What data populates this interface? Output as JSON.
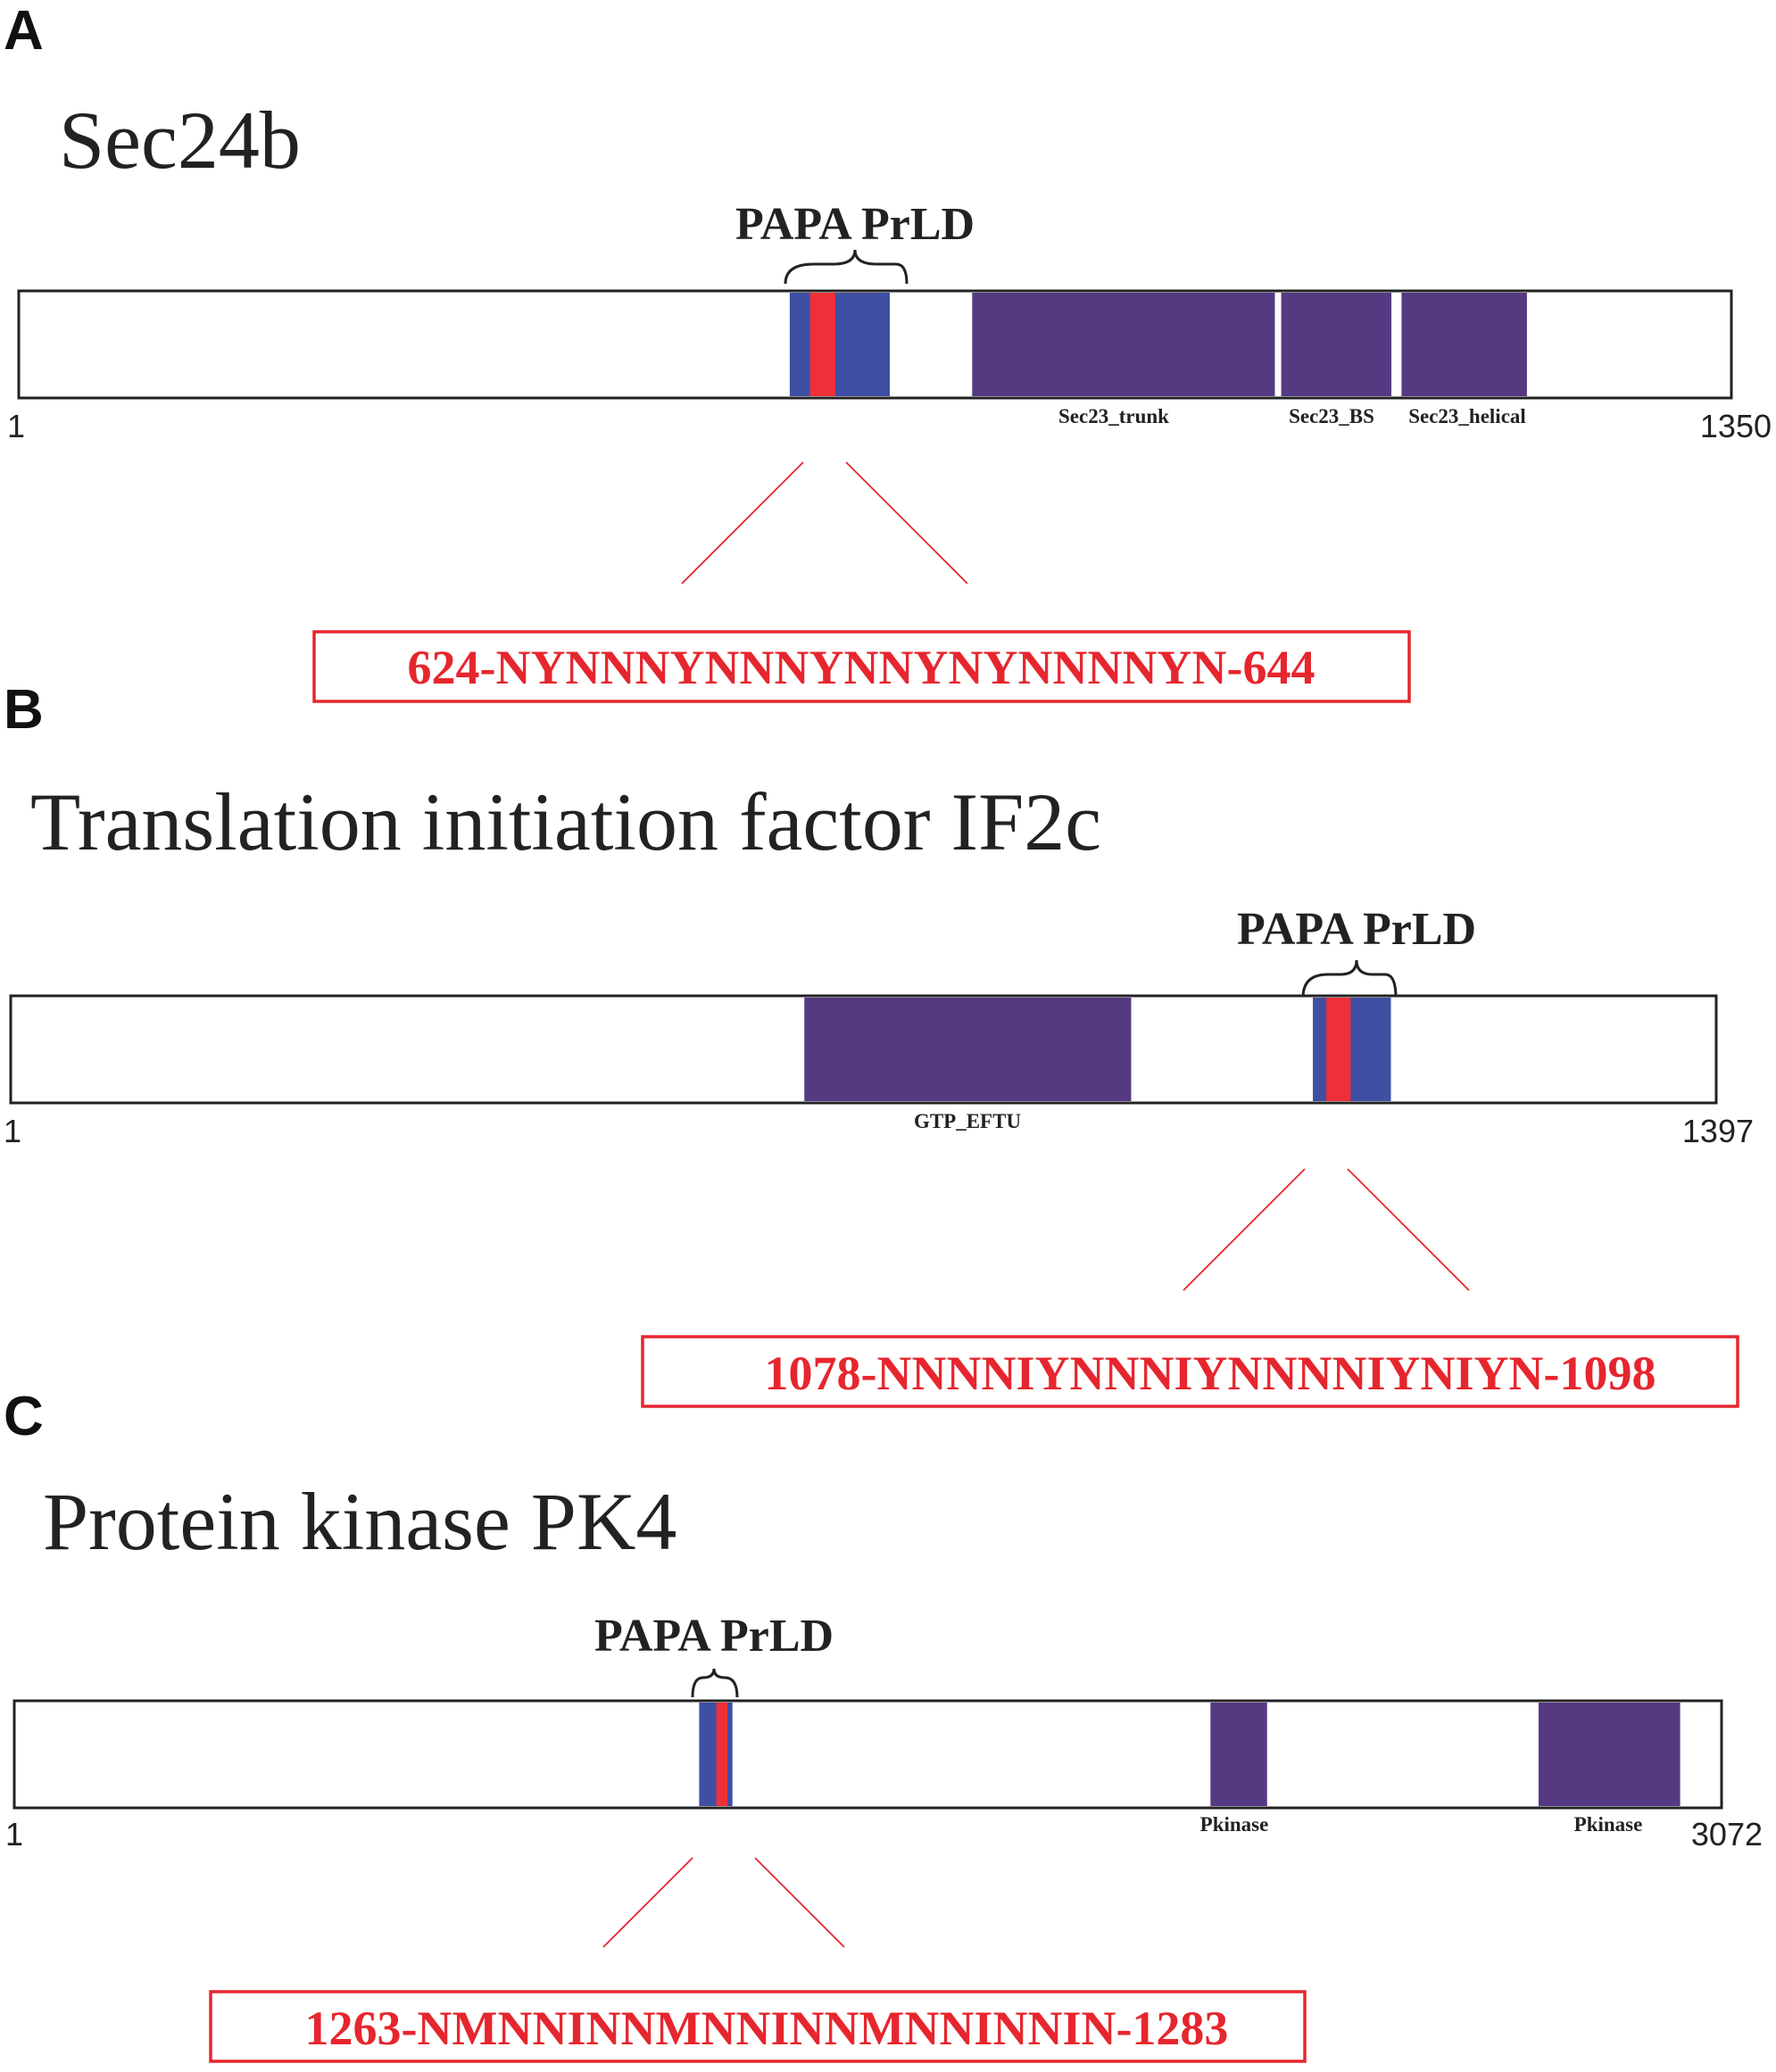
{
  "colors": {
    "domain": "#553a82",
    "prld_outer": "#3f4fa3",
    "prld_core": "#ee3138",
    "sequence": "#e6262e",
    "outline": "#222222"
  },
  "panels": [
    {
      "letter": "A",
      "title": "Sec24b",
      "length": 1350,
      "start_label": "1",
      "end_label": "1350",
      "domains": [
        {
          "name": "Sec23_trunk",
          "start": 752,
          "end": 991
        },
        {
          "name": "Sec23_BS",
          "start": 996,
          "end": 1083
        },
        {
          "name": "Sec23_helical",
          "start": 1091,
          "end": 1190
        }
      ],
      "prld": {
        "label": "PAPA PrLD",
        "start": 608,
        "end": 687,
        "core_start": 624,
        "core_end": 644
      },
      "sequence": "624-NYNNNYNNNYNNYNYNNNNYN-644"
    },
    {
      "letter": "B",
      "title": "Translation initiation factor IF2c",
      "length": 1397,
      "start_label": "1",
      "end_label": "1397",
      "domains": [
        {
          "name": "GTP_EFTU",
          "start": 650,
          "end": 918
        }
      ],
      "prld": {
        "label": "PAPA PrLD",
        "start": 1067,
        "end": 1131,
        "core_start": 1078,
        "core_end": 1098
      },
      "sequence": "1078-NNNNIYNNNIYNNNNIYNIYN-1098"
    },
    {
      "letter": "C",
      "title": "Protein kinase PK4",
      "length": 3072,
      "start_label": "1",
      "end_label": "3072",
      "domains": [
        {
          "name": "Pkinase",
          "start": 2153,
          "end": 2255
        },
        {
          "name": "Pkinase",
          "start": 2744,
          "end": 2999
        }
      ],
      "prld": {
        "label": "PAPA PrLD",
        "start": 1232,
        "end": 1292,
        "core_start": 1263,
        "core_end": 1283
      },
      "sequence": "1263-NMNNINNMNNINNMNNINNIN-1283"
    }
  ]
}
